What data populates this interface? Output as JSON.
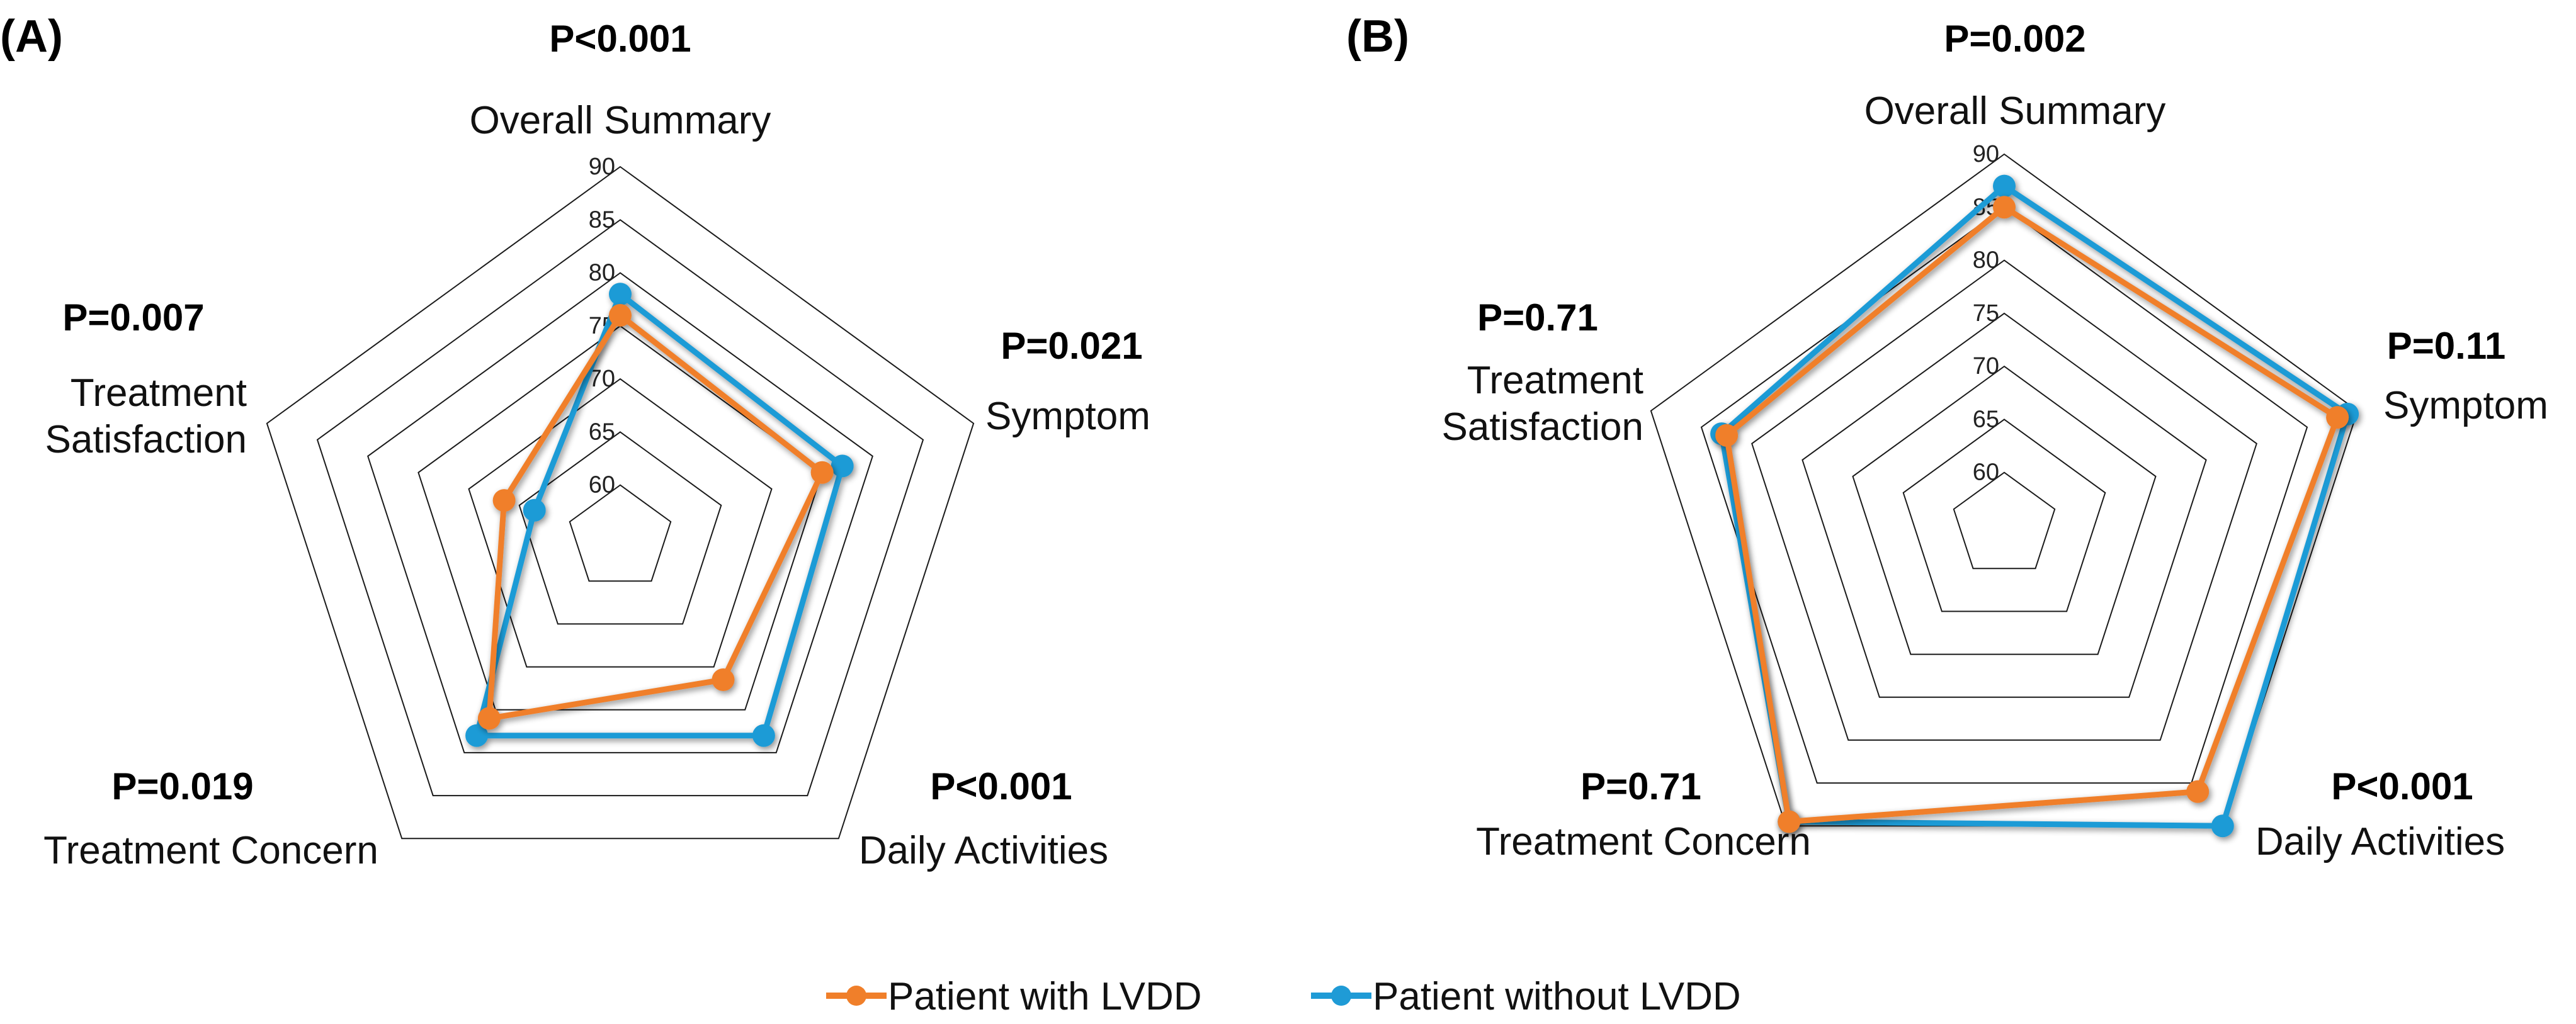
{
  "legend": [
    {
      "name": "Patient with LVDD",
      "color": "#f07f2a"
    },
    {
      "name": "Patient without LVDD",
      "color": "#1f9bd6"
    }
  ],
  "chart_data": [
    {
      "type": "radar",
      "panel_label": "(A)",
      "axes": [
        "Overall Summary",
        "Symptom",
        "Daily Activities",
        "Treatment Concern",
        "Treatment Satisfaction"
      ],
      "axis_labels": [
        [
          "Overall Summary"
        ],
        [
          "Symptom"
        ],
        [
          "Daily Activities"
        ],
        [
          "Treatment Concern"
        ],
        [
          "Treatment",
          "Satisfaction"
        ]
      ],
      "p_values": [
        "P<0.001",
        "P=0.021",
        "P<0.001",
        "P=0.019",
        "P=0.007"
      ],
      "ticks": [
        60,
        65,
        70,
        75,
        80,
        85,
        90
      ],
      "range": [
        55,
        90
      ],
      "series": [
        {
          "name": "Patient with LVDD",
          "values": [
            76,
            75,
            71.5,
            76,
            66.5
          ]
        },
        {
          "name": "Patient without LVDD",
          "values": [
            78,
            77,
            78,
            78,
            63.5
          ]
        }
      ]
    },
    {
      "type": "radar",
      "panel_label": "(B)",
      "axes": [
        "Overall Summary",
        "Symptom",
        "Daily Activities",
        "Treatment Concern",
        "Treatment Satisfaction"
      ],
      "axis_labels": [
        [
          "Overall Summary"
        ],
        [
          "Symptom"
        ],
        [
          "Daily Activities"
        ],
        [
          "Treatment Concern"
        ],
        [
          "Treatment",
          "Satisfaction"
        ]
      ],
      "p_values": [
        "P=0.002",
        "P=0.11",
        "P<0.001",
        "P=0.71",
        "P=0.71"
      ],
      "ticks": [
        60,
        65,
        70,
        75,
        80,
        85,
        90
      ],
      "range": [
        55,
        90
      ],
      "series": [
        {
          "name": "Patient with LVDD",
          "values": [
            85,
            88,
            86,
            89.5,
            82.5
          ]
        },
        {
          "name": "Patient without LVDD",
          "values": [
            87,
            89,
            90,
            89.5,
            83
          ]
        }
      ]
    }
  ]
}
